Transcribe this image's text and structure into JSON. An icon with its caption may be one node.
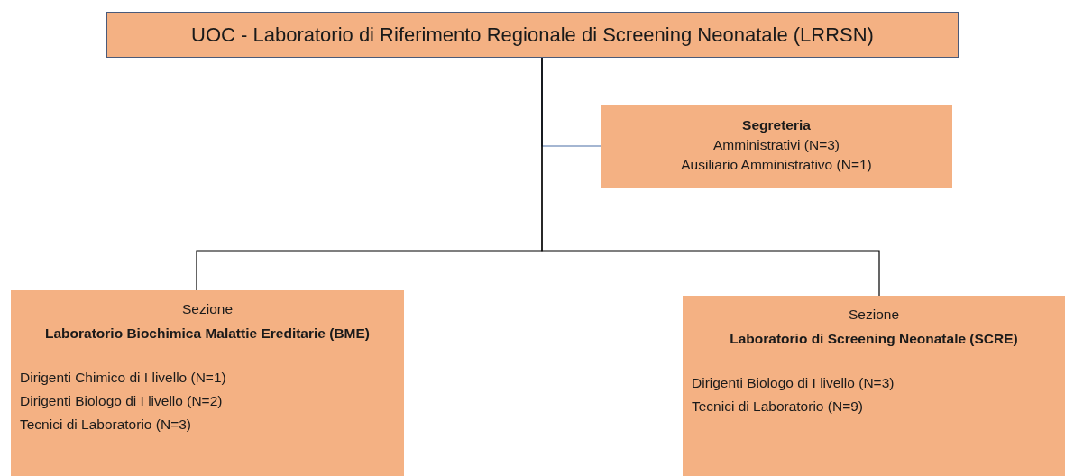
{
  "diagram": {
    "nodes": [
      {
        "text": [
          "UOC - Laboratorio di Riferimento Regionale di Screening Neonatale (LRRSN)"
        ]
      },
      {
        "text": [
          "Segreteria",
          "Amministrativi (N=3)",
          "Ausiliario Amministrativo (N=1)"
        ]
      },
      {
        "text": [
          "Sezione",
          "Laboratorio Biochimica Malattie Ereditarie (BME)",
          "Dirigenti Chimico di I livello (N=1)",
          "Dirigenti Biologo di I livello (N=2)",
          "Tecnici di Laboratorio (N=3)"
        ]
      },
      {
        "text": [
          "Sezione",
          "Laboratorio di Screening Neonatale (SCRE)",
          "Dirigenti Biologo di I livello (N=3)",
          "Tecnici di Laboratorio (N=9)"
        ]
      }
    ],
    "edges": [
      {
        "from": 0,
        "to": 1,
        "arrow": "none",
        "color": "#4a6fa5"
      },
      {
        "from": 0,
        "to": 2,
        "arrow": "none"
      },
      {
        "from": 0,
        "to": 3,
        "arrow": "none"
      }
    ]
  }
}
